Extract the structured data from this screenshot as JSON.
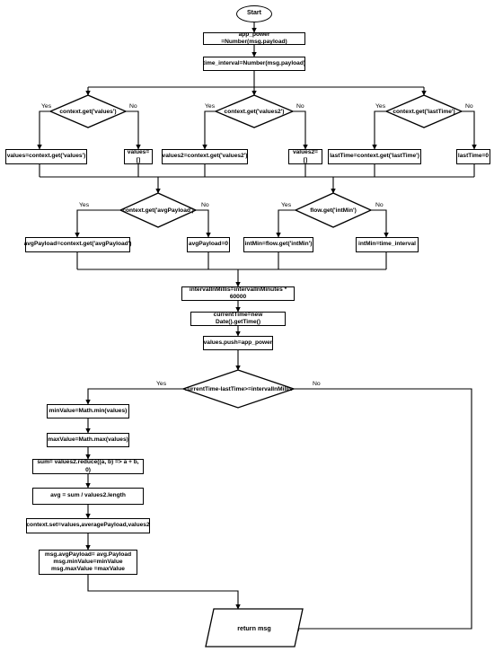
{
  "start": "Start",
  "steps": {
    "app_power": "app_power =Number(msg.payload)",
    "time_interval": "time_interval=Number(msg.payload)",
    "interval_millis": "intervalInMillis=intervalInMinutes * 60000",
    "current_time": "currentTime=new Date().getTime()",
    "values_push": "values.push=app_power",
    "min_value": "minValue=Math.min(values)",
    "max_value": "maxValue=Math.max(values)",
    "sum": "sum= values2.reduce((a, b) => a + b, 0)",
    "avg": "avg = sum / values2.length",
    "context_set": "context.set=values,averagePayload,values2",
    "msg_assign": "msg.avgPayload= avg.Payload\nmsg.minValue=minValue\nmsg.maxValue =maxValue"
  },
  "decisions": {
    "values": "context.get('values')",
    "values2": "context.get('values2')",
    "last_time": "context.get('lastTime')",
    "avg_payload": "context.get('avgPayload')",
    "int_min": "flow.get('intMin')",
    "time_check": "currentTime-lastTime>=intervalInMillis"
  },
  "branches": {
    "values_yes": "values=context.get('values')",
    "values_no": "values=[]",
    "values2_yes": "values2=context.get('values2')",
    "values2_no": "values2=[]",
    "last_time_yes": "lastTime=context.get('lastTime')",
    "last_time_no": "lastTime=0",
    "avg_yes": "avgPayload=context.get('avgPayload')",
    "avg_no": "avgPayload=0",
    "int_min_yes": "intMin=flow.get('intMin')",
    "int_min_no": "intMin=time_interval"
  },
  "edge_labels": {
    "yes": "Yes",
    "no": "No"
  },
  "output": "return msg"
}
